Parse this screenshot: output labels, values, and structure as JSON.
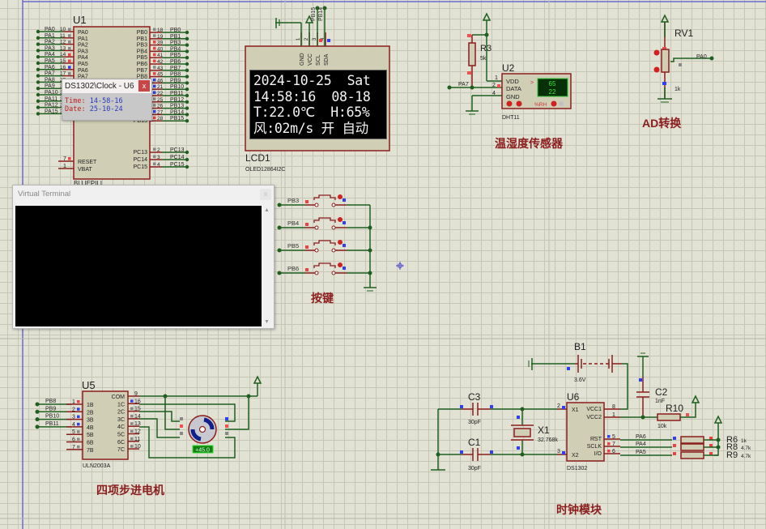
{
  "schematic": {
    "u1": {
      "ref": "U1",
      "part": "BLUEPILL",
      "left_pins": [
        {
          "net": "PA0",
          "num": "10",
          "name": "PA0"
        },
        {
          "net": "PA1",
          "num": "11",
          "name": "PA1"
        },
        {
          "net": "PA2",
          "num": "12",
          "name": "PA2"
        },
        {
          "net": "PA3",
          "num": "13",
          "name": "PA3"
        },
        {
          "net": "PA4",
          "num": "14",
          "name": "PA4"
        },
        {
          "net": "PA5",
          "num": "15",
          "name": "PA5"
        },
        {
          "net": "PA6",
          "num": "16",
          "name": "PA6"
        },
        {
          "net": "PA7",
          "num": "17",
          "name": "PA7"
        },
        {
          "net": "PA8",
          "num": "29",
          "name": "PA8"
        },
        {
          "net": "PA9",
          "num": "30",
          "name": "PA9"
        },
        {
          "net": "PA10",
          "num": "31",
          "name": "PA10"
        },
        {
          "net": "PA11",
          "num": "32",
          "name": "PA11"
        },
        {
          "net": "PA12",
          "num": "33",
          "name": "PA12"
        },
        {
          "net": "PA15",
          "num": "38",
          "name": "PA15"
        }
      ],
      "right_pins": [
        {
          "net": "PB0",
          "num": "18",
          "name": "PB0"
        },
        {
          "net": "PB1",
          "num": "19",
          "name": "PB1"
        },
        {
          "net": "PB3",
          "num": "39",
          "name": "PB3"
        },
        {
          "net": "PB4",
          "num": "40",
          "name": "PB4"
        },
        {
          "net": "PB5",
          "num": "41",
          "name": "PB5"
        },
        {
          "net": "PB6",
          "num": "42",
          "name": "PB6"
        },
        {
          "net": "PB7",
          "num": "43",
          "name": "PB7"
        },
        {
          "net": "PB8",
          "num": "45",
          "name": "PB8"
        },
        {
          "net": "PB9",
          "num": "46",
          "name": "PB9"
        },
        {
          "net": "PB10",
          "num": "21",
          "name": "PB10"
        },
        {
          "net": "PB11",
          "num": "22",
          "name": "PB11"
        },
        {
          "net": "PB12",
          "num": "25",
          "name": "PB12"
        },
        {
          "net": "PB13",
          "num": "26",
          "name": "PB13"
        },
        {
          "net": "PB14",
          "num": "27",
          "name": "PB14"
        },
        {
          "net": "PB15",
          "num": "28",
          "name": "PB15"
        }
      ],
      "pc_pins": [
        {
          "net": "PC13",
          "num": "2",
          "name": "PC13"
        },
        {
          "net": "PC14",
          "num": "3",
          "name": "PC14"
        },
        {
          "net": "PC15",
          "num": "4",
          "name": "PC15"
        }
      ],
      "extra_pins": [
        {
          "num": "7",
          "name": "RESET"
        },
        {
          "num": "1",
          "name": "VBAT"
        }
      ]
    },
    "lcd1": {
      "ref": "LCD1",
      "part": "OLED12864I2C",
      "pins": [
        "GND",
        "VCC",
        "SCL",
        "SDA"
      ],
      "pin_nums": [
        "1",
        "2",
        "3",
        "4"
      ],
      "nets": [
        "PB15",
        "PB14"
      ],
      "display_lines": [
        "2024-10-25  Sat",
        "14:58:16  08-18",
        "T:22.0℃  H:65%",
        "风:02m/s 开 自动"
      ]
    },
    "u2": {
      "ref": "U2",
      "part": "DHT11",
      "pins": [
        "VDD",
        "DATA",
        "GND"
      ],
      "pin_nums": [
        "1",
        "2",
        "4"
      ],
      "humidity": "65",
      "temperature": "22",
      "unit_label": "%RH",
      "net": "PA7",
      "r3_ref": "R3",
      "r3_value": "5k",
      "module_label": "温湿度传感器"
    },
    "rv1": {
      "ref": "RV1",
      "value": "1k",
      "net": "PA0",
      "module_label": "AD转换"
    },
    "buttons": {
      "nets": [
        "PB3",
        "PB4",
        "PB5",
        "PB6"
      ],
      "module_label": "按键"
    },
    "u5": {
      "ref": "U5",
      "part": "ULN2003A",
      "inputs": [
        {
          "net": "PB8",
          "num": "1",
          "name": "1B"
        },
        {
          "net": "PB9",
          "num": "2",
          "name": "2B"
        },
        {
          "net": "PB10",
          "num": "3",
          "name": "3B"
        },
        {
          "net": "PB11",
          "num": "4",
          "name": "4B"
        },
        {
          "net": "",
          "num": "5",
          "name": "5B"
        },
        {
          "net": "",
          "num": "6",
          "name": "6B"
        },
        {
          "net": "",
          "num": "7",
          "name": "7B"
        }
      ],
      "outputs": [
        {
          "num": "9",
          "name": "COM"
        },
        {
          "num": "16",
          "name": "1C"
        },
        {
          "num": "15",
          "name": "2C"
        },
        {
          "num": "14",
          "name": "3C"
        },
        {
          "num": "13",
          "name": "4C"
        },
        {
          "num": "12",
          "name": "5C"
        },
        {
          "num": "11",
          "name": "6C"
        },
        {
          "num": "10",
          "name": "7C"
        }
      ],
      "motor_angle": "+45.0",
      "module_label": "四项步进电机"
    },
    "u6": {
      "ref": "U6",
      "part": "DS1302",
      "left_pins": [
        {
          "num": "2",
          "name": "X1"
        },
        {
          "num": "3",
          "name": "X2"
        }
      ],
      "right_pins": [
        {
          "num": "8",
          "name": "VCC1"
        },
        {
          "num": "1",
          "name": "VCC2"
        },
        {
          "num": "5",
          "name": "RST"
        },
        {
          "num": "7",
          "name": "SCLK"
        },
        {
          "num": "6",
          "name": "I/O"
        }
      ],
      "b1_ref": "B1",
      "b1_value": "3.6V",
      "c3_ref": "C3",
      "c3_value": "30pF",
      "c1_ref": "C1",
      "c1_value": "30pF",
      "x1_ref": "X1",
      "x1_value": "32.768k",
      "c2_ref": "C2",
      "c2_value": "1nF",
      "r10_ref": "R10",
      "r10_value": "10k",
      "pullups": [
        {
          "net": "PA6",
          "ref": "R6",
          "value": "1k"
        },
        {
          "net": "PA4",
          "ref": "R8",
          "value": "4.7k"
        },
        {
          "net": "PA5",
          "ref": "R9",
          "value": "4.7k"
        }
      ],
      "module_label": "时钟模块"
    }
  },
  "clock_popup": {
    "title": "DS1302\\Clock - U6",
    "close": "x",
    "time_label": "Time:",
    "time_value": "14-58-16",
    "date_label": "Date:",
    "date_value": "25-10-24"
  },
  "virtual_terminal": {
    "title": "Virtual Terminal",
    "close": "x",
    "scroll_up": "▲",
    "scroll_down": "▼"
  },
  "colors": {
    "wire": "#1f5f1f",
    "component": "#8b1d1d",
    "body": "#d0cfb6",
    "pin_red": "#f04040",
    "pin_blue": "#3040f0",
    "pin_gray": "#888888"
  }
}
